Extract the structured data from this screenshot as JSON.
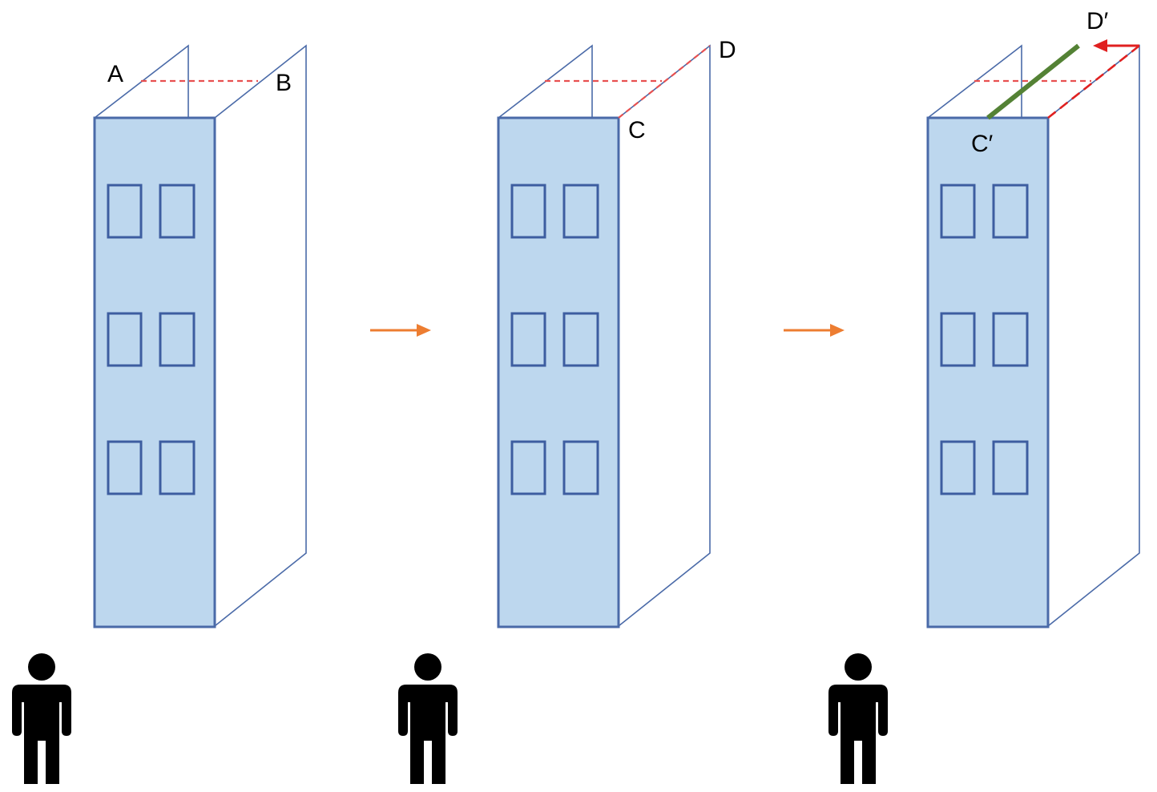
{
  "labels": {
    "a": "A",
    "b": "B",
    "c": "C",
    "d": "D",
    "c_prime": "C′",
    "d_prime": "D′"
  },
  "colors": {
    "facade_fill": "#bdd7ee",
    "facade_stroke": "#4a6aa8",
    "dashed_line": "#e85050",
    "step_arrow": "#ed7d31",
    "shift_arrow": "#e02020",
    "green_segment": "#548235",
    "person": "#000000"
  },
  "icons": [
    "person-icon",
    "orange-arrow",
    "red-arrow"
  ]
}
